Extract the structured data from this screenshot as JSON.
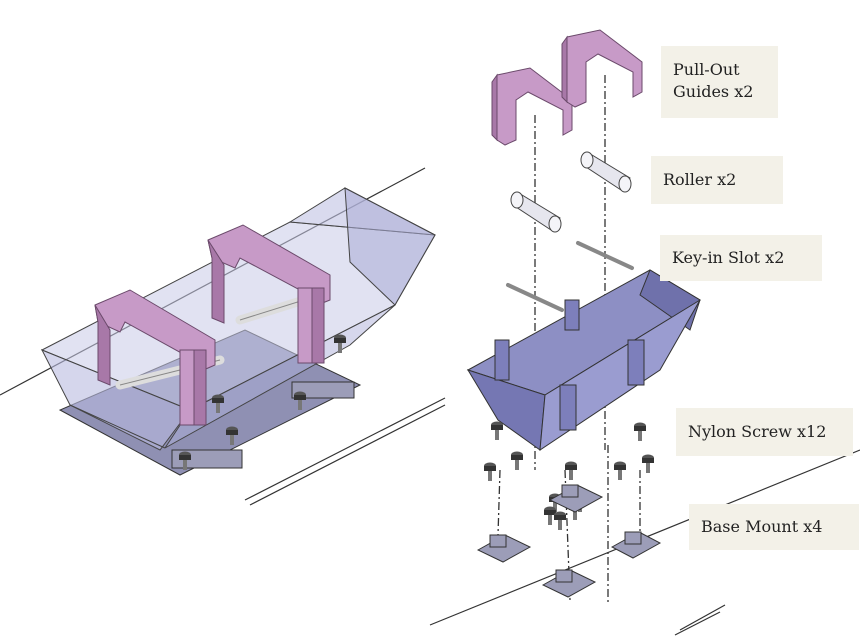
{
  "labels": {
    "pull_out_guides": "Pull-Out\nGuides x2",
    "roller": "Roller x2",
    "key_in_slot": "Key-in Slot x2",
    "nylon_screw": "Nylon Screw x12",
    "base_mount": "Base Mount x4"
  },
  "colors": {
    "guide_purple": "#c79ac7",
    "guide_dark": "#8a5a8a",
    "hopper_blue": "#8d8fc4",
    "hopper_dark": "#4e4f80",
    "glass": "#c9cbe8",
    "label_bg": "#f3f1e8"
  }
}
